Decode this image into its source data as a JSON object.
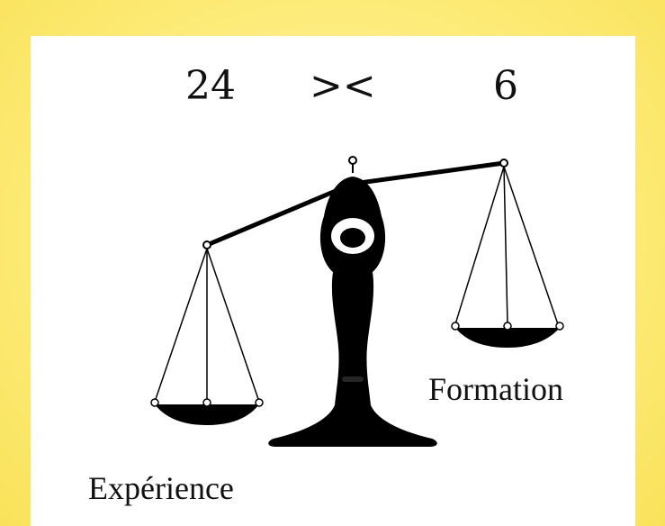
{
  "comparison": {
    "left_value": "24",
    "operator": "><",
    "right_value": "6"
  },
  "pans": {
    "left_label": "Expérience",
    "right_label": "Formation"
  },
  "colors": {
    "background": "#fde96d",
    "panel": "#ffffff",
    "ink": "#111111"
  }
}
